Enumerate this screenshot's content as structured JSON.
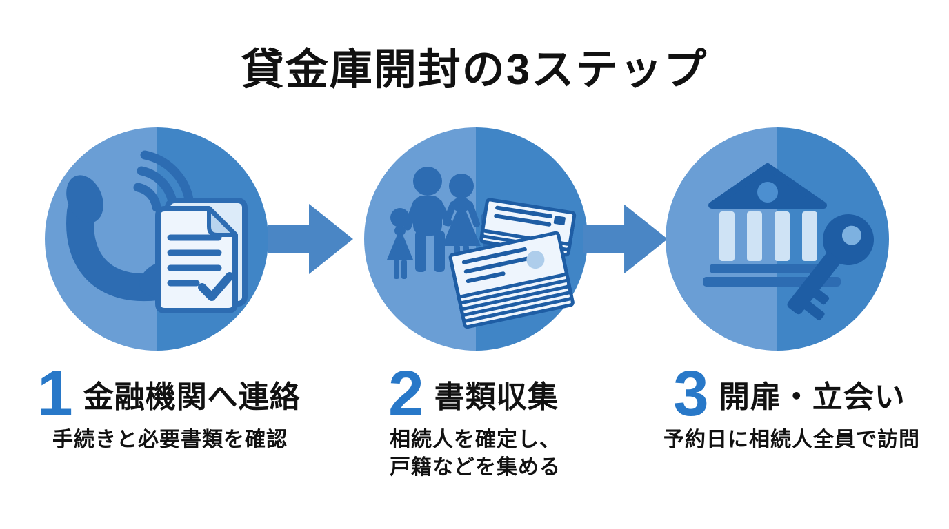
{
  "header": {
    "title": "貸金庫開封の3ステップ"
  },
  "steps": [
    {
      "number": "1",
      "title": "金融機関へ連絡",
      "description": "手続きと必要書類を確認",
      "icon": "phone-document-icon"
    },
    {
      "number": "2",
      "title": "書類収集",
      "description": "相続人を確定し、\n戸籍などを集める",
      "icon": "family-documents-icon"
    },
    {
      "number": "3",
      "title": "開扉・立会い",
      "description": "予約日に相続人全員で訪問",
      "icon": "bank-key-icon"
    }
  ],
  "colors": {
    "background": "#ffffff",
    "circle_left_half": "#6a9ed5",
    "circle_right_half": "#4085c6",
    "arrow": "#4a86c5",
    "number_accent": "#2878c8",
    "icon_primary": "#2d6cb2",
    "icon_deep": "#1e5da4",
    "paper_fill": "#eef5fd",
    "text": "#111111"
  }
}
